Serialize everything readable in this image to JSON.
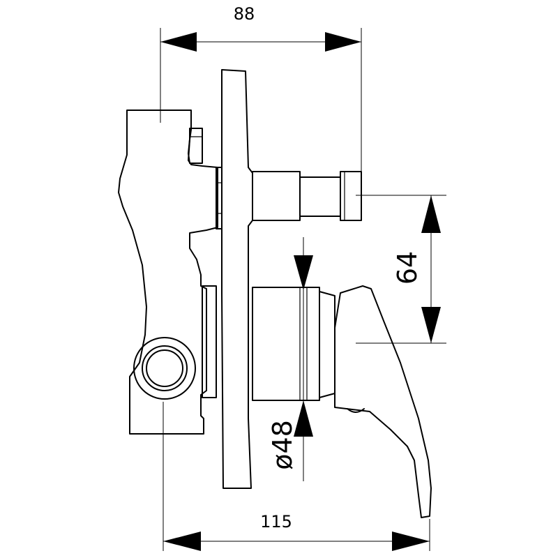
{
  "dimensions": {
    "top_width": "88",
    "bottom_width": "115",
    "right_height": "64",
    "diameter": "ø48"
  }
}
